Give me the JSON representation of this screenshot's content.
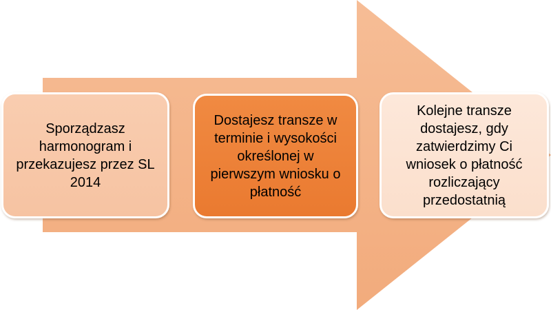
{
  "diagram": {
    "arrow_color": "#f4b48a",
    "steps": [
      {
        "text": "Sporządzasz harmonogram i przekazujesz przez SL 2014",
        "fill": "#f8c9aa"
      },
      {
        "text": "Dostajesz transze w terminie i wysokości określonej w pierwszym wniosku o płatność",
        "fill": "#ed7d31"
      },
      {
        "text": "Kolejne transze dostajesz, gdy zatwierdzimy Ci wniosek o płatność rozliczający przedostatnią",
        "fill": "#fce4d6"
      }
    ]
  }
}
